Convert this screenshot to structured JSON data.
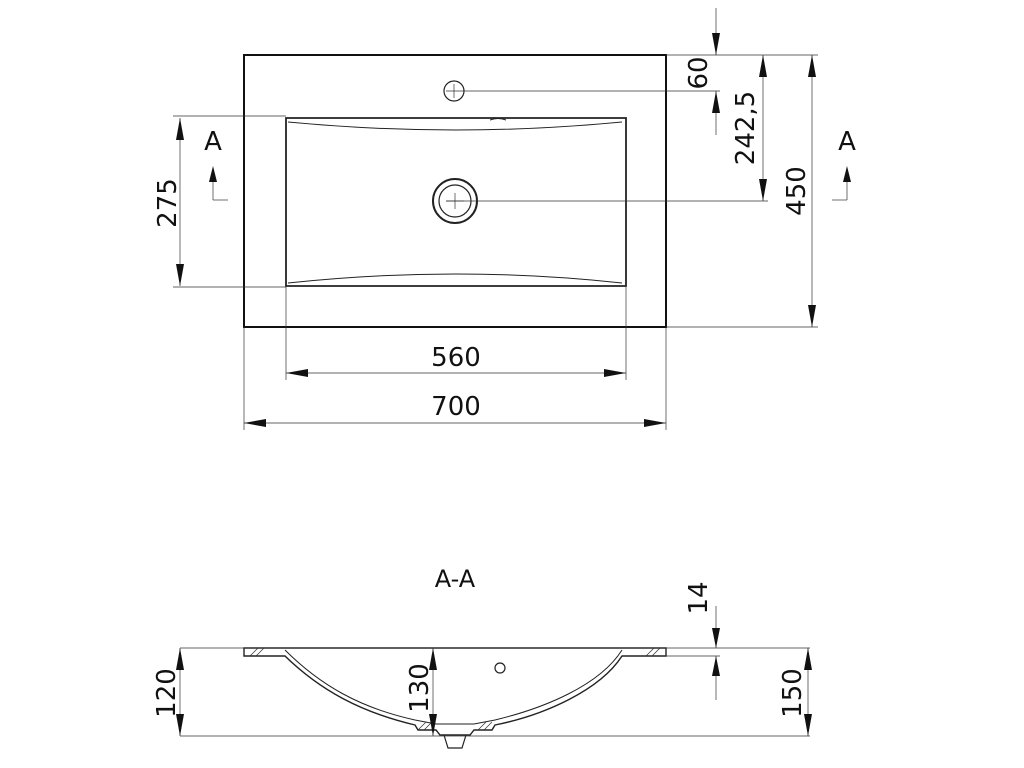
{
  "plan_view": {
    "dims": {
      "overall_width": "700",
      "basin_width": "560",
      "basin_depth": "275",
      "tap_hole_offset": "60",
      "drain_offset": "242,5",
      "overall_depth": "450"
    },
    "section_marker_left": "A",
    "section_marker_right": "A"
  },
  "section_view": {
    "title": "A-A",
    "dims": {
      "rim_thickness": "14",
      "left_height": "120",
      "center_height": "130",
      "right_height": "150"
    }
  },
  "colors": {
    "line": "#111111",
    "background": "#ffffff"
  }
}
